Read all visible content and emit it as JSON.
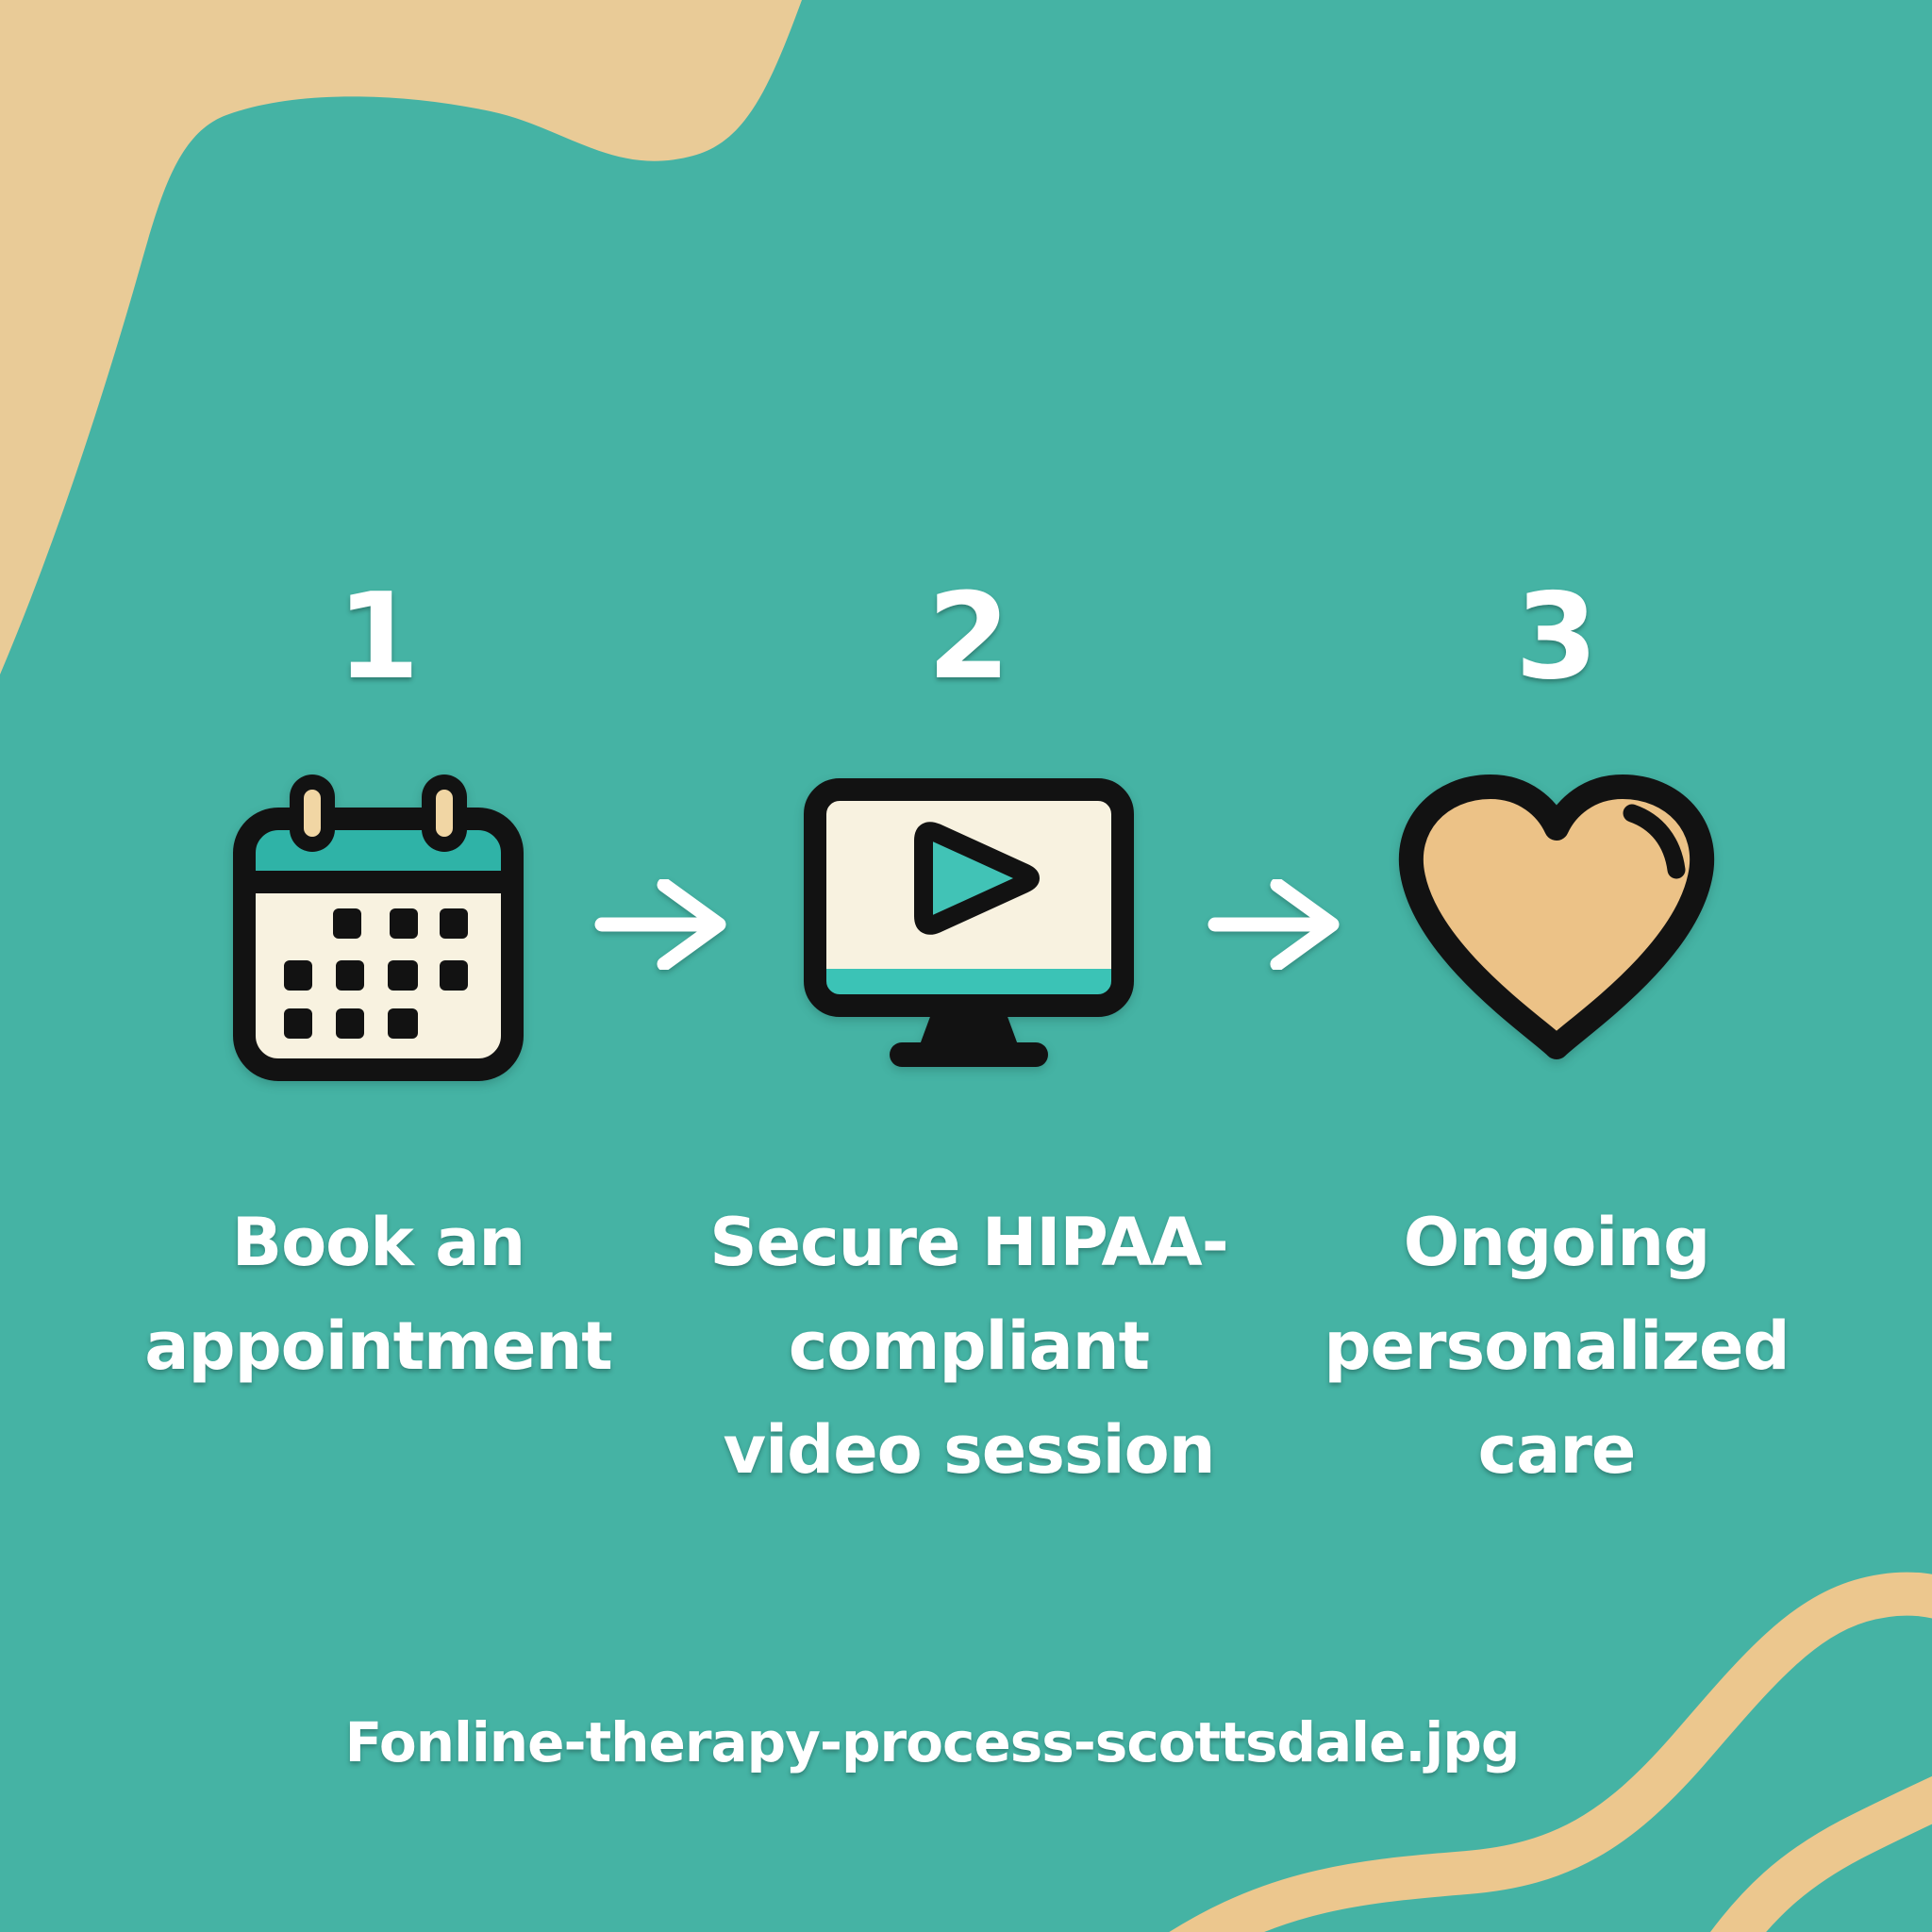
{
  "steps": [
    {
      "number": "1",
      "icon": "calendar-icon",
      "label_lines": [
        "Book an",
        "appointment"
      ]
    },
    {
      "number": "2",
      "icon": "monitor-play-icon",
      "label_lines": [
        "Secure HIPAA-",
        "compliant",
        "video session"
      ]
    },
    {
      "number": "3",
      "icon": "heart-icon",
      "label_lines": [
        "Ongoing",
        "personalized",
        "care"
      ]
    }
  ],
  "connectors": {
    "icon": "right-arrow-icon",
    "count": 2
  },
  "footer": {
    "filename": "Fonline-therapy-process-scottsdale.jpg"
  },
  "colors": {
    "background_teal": "#45b3a4",
    "blob_tan": "#e9cb97",
    "wave_tan": "#ecc78e",
    "icon_cream": "#f8f2e0",
    "icon_outline_black": "#121212",
    "calendar_header_teal": "#2fb3a7",
    "monitor_strip_teal": "#3bc3b6",
    "play_triangle_teal": "#41c3b6",
    "heart_tan": "#ecc287",
    "ring_capsule_tan": "#f1d6a4",
    "arrow_white": "#ffffff",
    "text_white": "#ffffff"
  }
}
